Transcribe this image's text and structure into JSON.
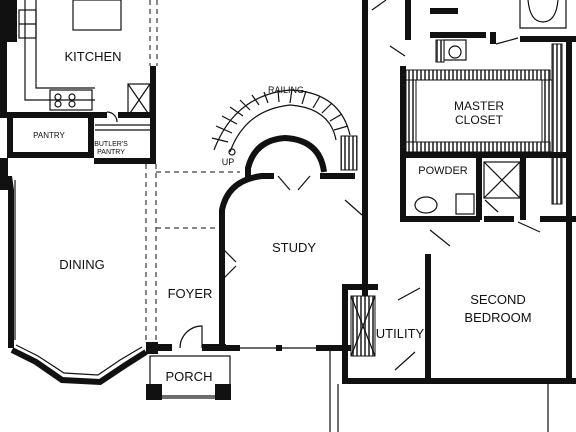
{
  "rooms": {
    "kitchen": "KITCHEN",
    "pantry": "PANTRY",
    "butlers_pantry_line1": "BUTLER'S",
    "butlers_pantry_line2": "PANTRY",
    "dining": "DINING",
    "foyer": "FOYER",
    "porch": "PORCH",
    "study": "STUDY",
    "railing": "RAILING",
    "up": "UP",
    "master_closet_line1": "MASTER",
    "master_closet_line2": "CLOSET",
    "powder": "POWDER",
    "utility": "UTILITY",
    "second_bedroom_line1": "SECOND",
    "second_bedroom_line2": "BEDROOM"
  },
  "colors": {
    "wall": "#111111",
    "background": "#ffffff"
  }
}
